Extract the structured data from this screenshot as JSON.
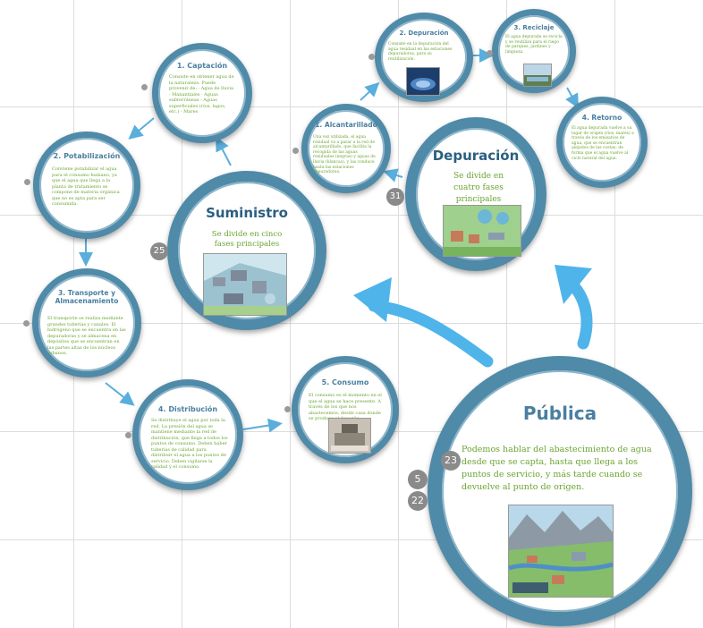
{
  "nodes": {
    "captacion": {
      "title": "1. Captación",
      "body": "Consiste en obtener agua de la naturaleza. Puede provenir de: · Agua de lluvia · Manantiales · Aguas subterráneas · Aguas superficiales (ríos, lagos, etc.) · Mares"
    },
    "potabilizacion": {
      "title": "2. Potabilización",
      "body": "Conviene potabilizar el agua para el consumo humano, ya que el agua que llega a la planta de tratamiento se compone de materia orgánica que no es apta para ser consumida."
    },
    "transporte": {
      "title": "3. Transporte y Almacenamiento",
      "body": "El transporte se realiza mediante grandes tuberías y canales. El hidrógeno que se encuentra en las depuradoras y se almacena en depósitos que se encuentran en las partes altas de los núcleos urbanos."
    },
    "distribucion": {
      "title": "4. Distribución",
      "body": "Se distribuye el agua por toda la red. La presión del agua se mantiene mediante la red de distribución, que llega a todos los puntos de consumo. Deben haber tuberías de calidad para distribuir el agua a los puntos de servicio. Deben vigilarse la calidad y el consumo."
    },
    "consumo": {
      "title": "5. Consumo",
      "body": "El consumo es el momento en el que el agua se hace presente. A través de los que nos abastecemos, desde casa donde se produce el desagüe."
    },
    "alcantarillado": {
      "title": "1. Alcantarillado",
      "body": "Una vez utilizada, el agua residual va a parar a la red de alcantarillado, que facilita la recogida de las aguas residuales (negras) y aguas de lluvia (blancas), y las conduce hasta las estaciones depuradoras."
    },
    "depuracion_step": {
      "title": "2. Depuración",
      "body": "Consiste en la depuración del agua residual en las estaciones depuradoras, para su reutilización."
    },
    "reciclaje": {
      "title": "3. Reciclaje",
      "body": "El agua depurada se recicla y se reutiliza para el riego de parques, jardines y limpieza."
    },
    "retorno": {
      "title": "4. Retorno",
      "body": "El agua depurada vuelve a su lugar de origen (ríos, mares) a través de los emisarios de agua, que se encuentran alejados de las costas; de forma que el agua vuelve al ciclo natural del agua."
    },
    "suministro": {
      "title": "Suministro",
      "subtitle": "Se divide en cinco fases principales"
    },
    "depuracion": {
      "title": "Depuración",
      "subtitle": "Se divide en cuatro fases principales"
    },
    "publica": {
      "title": "Pública",
      "body": "Podemos hablar del abastecimiento de agua desde que se capta, hasta que llega a los puntos de servicio, y más tarde cuando se devuelve al punto de origen."
    }
  },
  "badges": {
    "suministro": "25",
    "depuracion": "31",
    "publica": "23",
    "step_a": "5",
    "step_b": "22"
  },
  "colors": {
    "ring": "#4f8aa8",
    "title": "#4a7fa0",
    "body_text": "#6aa431",
    "arrow_small": "#5aaedb",
    "arrow_big": "#4fb4ea",
    "badge": "#8a8a8a",
    "grid": "#dcdcdc"
  }
}
